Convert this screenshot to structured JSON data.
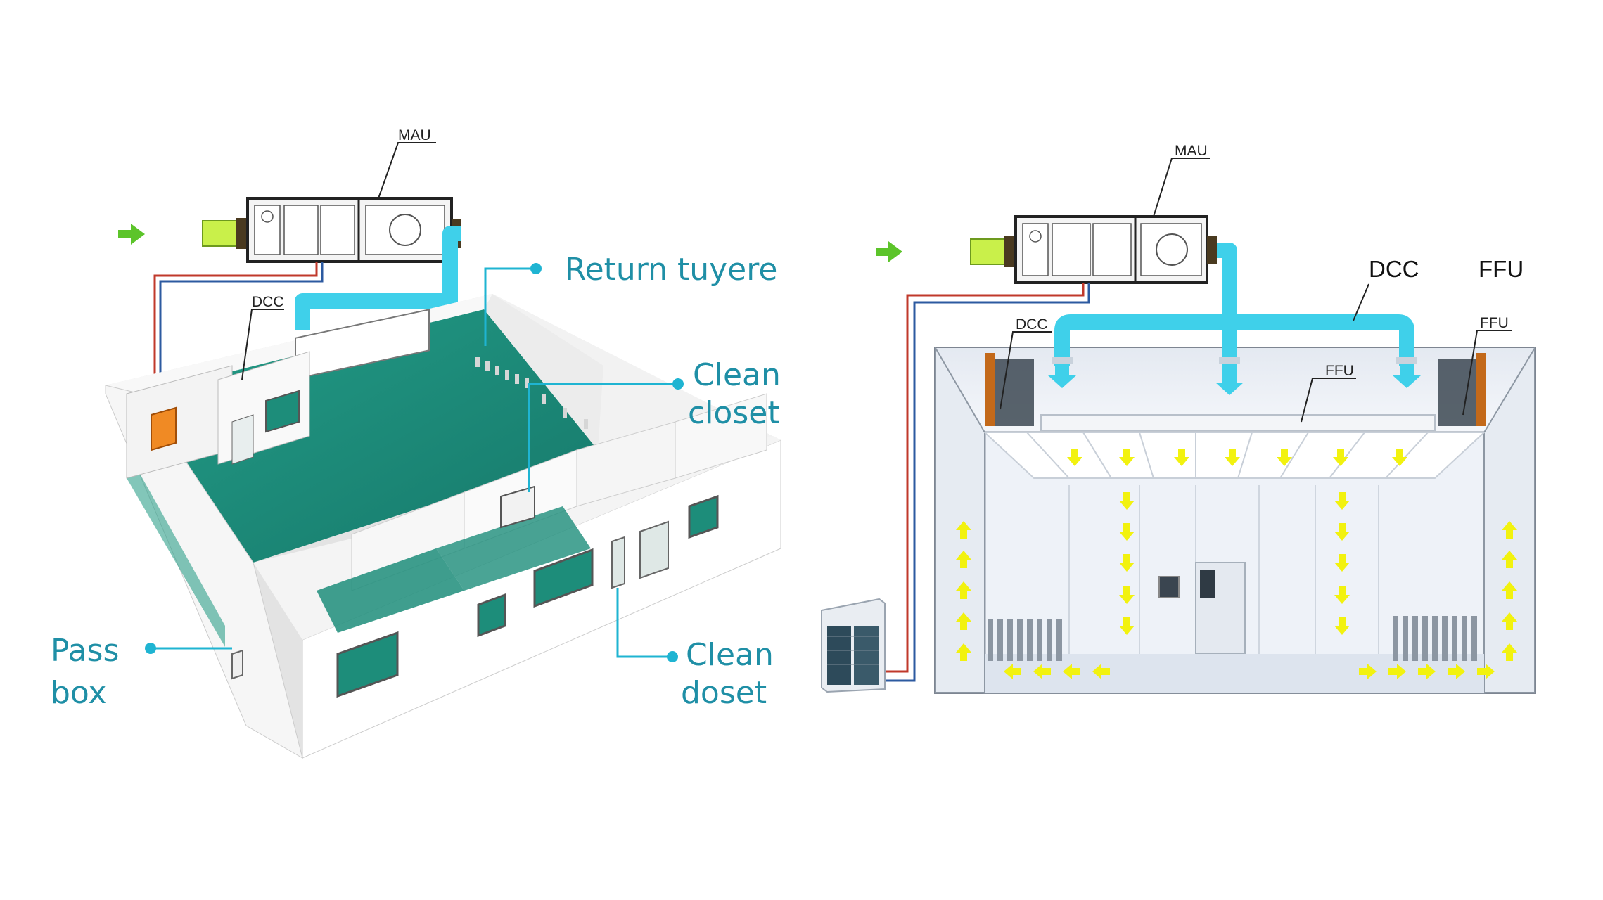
{
  "left_diagram": {
    "mau_label": "MAU",
    "dcc_label": "DCC",
    "return_tuyere_label": "Return tuyere",
    "clean_closet_label": [
      "Clean",
      "closet"
    ],
    "clean_doset_label": [
      "Clean",
      "doset"
    ],
    "pass_box_label": [
      "Pass",
      "box"
    ]
  },
  "right_diagram": {
    "mau_label": "MAU",
    "dcc_top_label": "DCC",
    "ffu_top_label": "FFU",
    "dcc_inner_label": "DCC",
    "ffu_right_label": "FFU",
    "ffu_center_label": "FFU"
  },
  "colors": {
    "duct": "#3fd0ea",
    "floor": "#1d8d7a",
    "airflow_arrow": "#f2f20f",
    "inlet_arrow": "#5cc42a",
    "label_teal": "#1f8fa6",
    "supply_line": "#c0392b",
    "return_line": "#2c5aa0"
  }
}
